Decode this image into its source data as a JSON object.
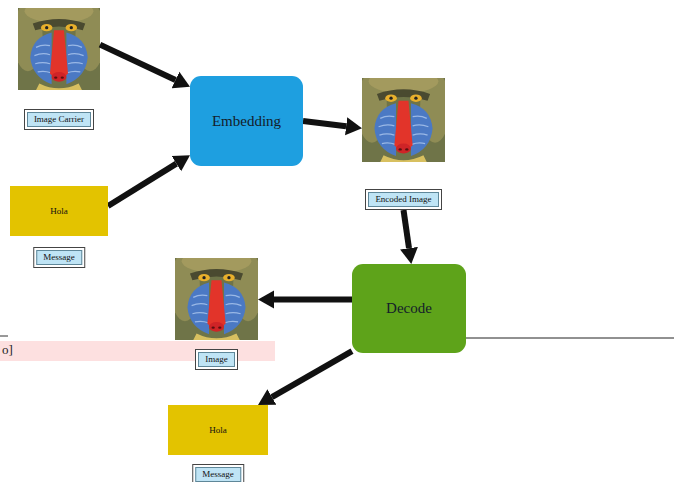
{
  "diagram": {
    "nodes": [
      {
        "text": [
          "Image Carrier"
        ]
      },
      {
        "text": [
          "Hola",
          "Message"
        ]
      },
      {
        "text": [
          "Embedding"
        ]
      },
      {
        "text": [
          "Encoded Image"
        ]
      },
      {
        "text": [
          "Decode"
        ]
      },
      {
        "text": [
          "Image"
        ]
      },
      {
        "text": [
          "Hola",
          "Message"
        ]
      }
    ],
    "edges": [
      {
        "from": 0,
        "to": 2,
        "arrow": "to"
      },
      {
        "from": 1,
        "to": 2,
        "arrow": "to"
      },
      {
        "from": 2,
        "to": 3,
        "arrow": "to"
      },
      {
        "from": 3,
        "to": 4,
        "arrow": "to"
      },
      {
        "from": 4,
        "to": 5,
        "arrow": "to"
      },
      {
        "from": 4,
        "to": 6,
        "arrow": "to"
      }
    ],
    "labels": [
      "o]"
    ]
  }
}
